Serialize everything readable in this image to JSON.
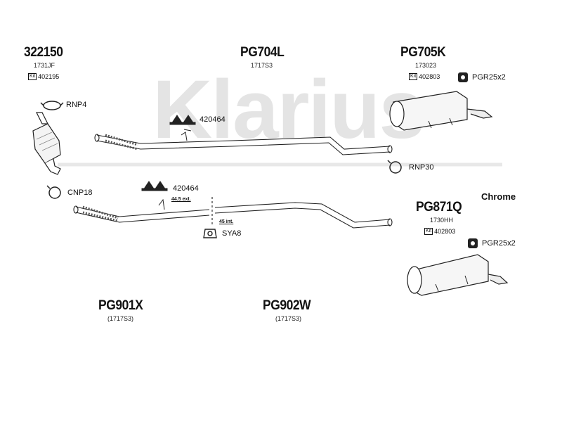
{
  "watermark": "Klarius",
  "parts": {
    "p322150": {
      "number": "322150",
      "sub": "1731JF",
      "kit": "402195"
    },
    "pg704l": {
      "number": "PG704L",
      "sub": "1717S3"
    },
    "pg705k": {
      "number": "PG705K",
      "sub": "173023",
      "kit": "402803"
    },
    "pg871q": {
      "number": "PG871Q",
      "sub": "1730HH",
      "kit": "402803"
    },
    "pg901x": {
      "number": "PG901X",
      "sub": "(1717S3)"
    },
    "pg902w": {
      "number": "PG902W",
      "sub": "(1717S3)"
    }
  },
  "fittings": {
    "rnp4": "RNP4",
    "h420464a": "420464",
    "pgr25x2a": "PGR25x2",
    "rnp30": "RNP30",
    "cnp18": "CNP18",
    "h420464b": "420464",
    "sya8": "SYA8",
    "pgr25x2b": "PGR25x2"
  },
  "dims": {
    "ext": "44.5 ext.",
    "int": "45 int."
  },
  "finish": "Chrome",
  "kit_icon_text": "Kit"
}
